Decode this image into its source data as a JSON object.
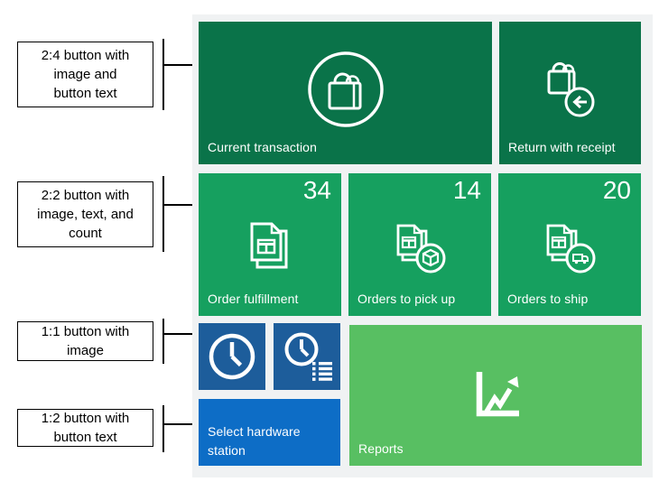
{
  "annotations": [
    {
      "label": "2:4 button with\nimage and\nbutton text"
    },
    {
      "label": "2:2 button with\nimage, text, and\ncount"
    },
    {
      "label": "1:1 button with\nimage"
    },
    {
      "label": "1:2 button with\nbutton text"
    }
  ],
  "tiles": {
    "current_transaction": {
      "label": "Current transaction",
      "icon": "shopping-bag-in-circle-icon",
      "color": "#0a7349"
    },
    "return_with_receipt": {
      "label": "Return with receipt",
      "icon": "shopping-bag-return-arrow-icon",
      "color": "#0a7349"
    },
    "order_fulfillment": {
      "label": "Order fulfillment",
      "count": "34",
      "icon": "stacked-documents-icon",
      "color": "#16a05f"
    },
    "orders_to_pick_up": {
      "label": "Orders to pick up",
      "count": "14",
      "icon": "stacked-documents-package-icon",
      "color": "#16a05f"
    },
    "orders_to_ship": {
      "label": "Orders to ship",
      "count": "20",
      "icon": "stacked-documents-truck-icon",
      "color": "#16a05f"
    },
    "clock": {
      "icon": "clock-icon",
      "color": "#1d5d9b"
    },
    "clock_entries": {
      "icon": "clock-list-icon",
      "color": "#1d5d9b"
    },
    "select_hardware_station": {
      "label": "Select hardware station",
      "color": "#0d6dc6"
    },
    "reports": {
      "label": "Reports",
      "icon": "line-chart-arrow-icon",
      "color": "#58bf62"
    }
  },
  "colors": {
    "panel_bg": "#f0f2f3",
    "tile_text": "#ffffff",
    "annotation_border": "#000000",
    "dark_green": "#0a7349",
    "medium_green": "#16a05f",
    "light_green": "#58bf62",
    "dark_blue": "#1d5d9b",
    "bright_blue": "#0d6dc6"
  }
}
